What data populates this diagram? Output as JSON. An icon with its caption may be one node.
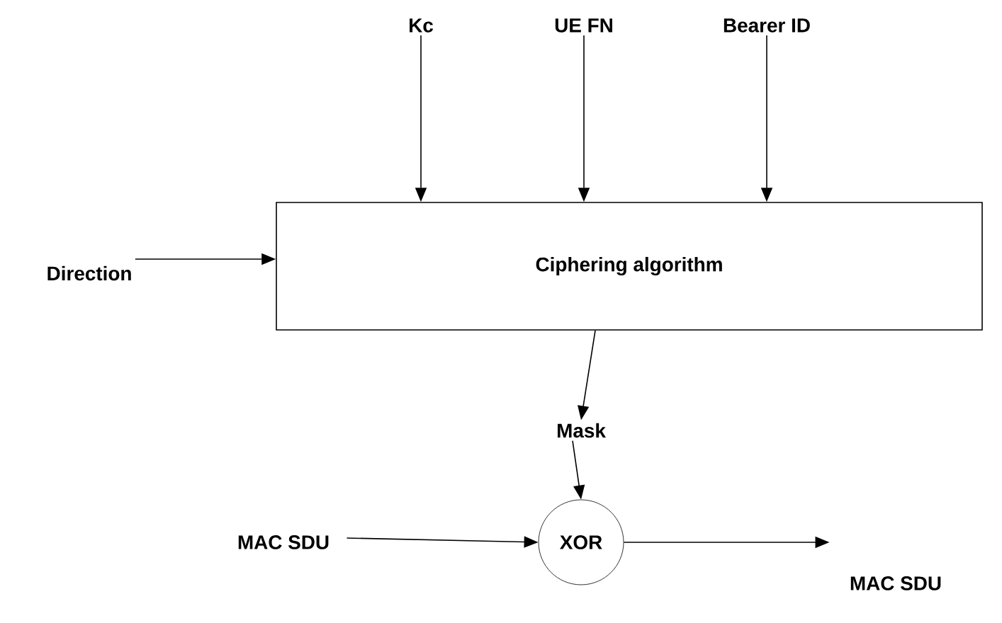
{
  "diagram": {
    "nodes": [
      {
        "text": [
          "Kc"
        ]
      },
      {
        "text": [
          "UE FN"
        ]
      },
      {
        "text": [
          "Bearer ID"
        ]
      },
      {
        "text": [
          "Direction"
        ]
      },
      {
        "text": [
          "Ciphering algorithm"
        ]
      },
      {
        "text": [
          "Mask"
        ]
      },
      {
        "text": [
          "XOR"
        ]
      },
      {
        "text": [
          "MAC SDU"
        ]
      },
      {
        "text": [
          "MAC SDU"
        ]
      }
    ],
    "edges": [
      {
        "from": 0,
        "to": 4,
        "arrow": "to"
      },
      {
        "from": 1,
        "to": 4,
        "arrow": "to"
      },
      {
        "from": 2,
        "to": 4,
        "arrow": "to"
      },
      {
        "from": 3,
        "to": 4,
        "arrow": "to"
      },
      {
        "from": 4,
        "to": 5,
        "arrow": "to"
      },
      {
        "from": 5,
        "to": 6,
        "arrow": "to"
      },
      {
        "from": 7,
        "to": 6,
        "arrow": "to"
      },
      {
        "from": 6,
        "to": 8,
        "arrow": "to"
      }
    ]
  }
}
